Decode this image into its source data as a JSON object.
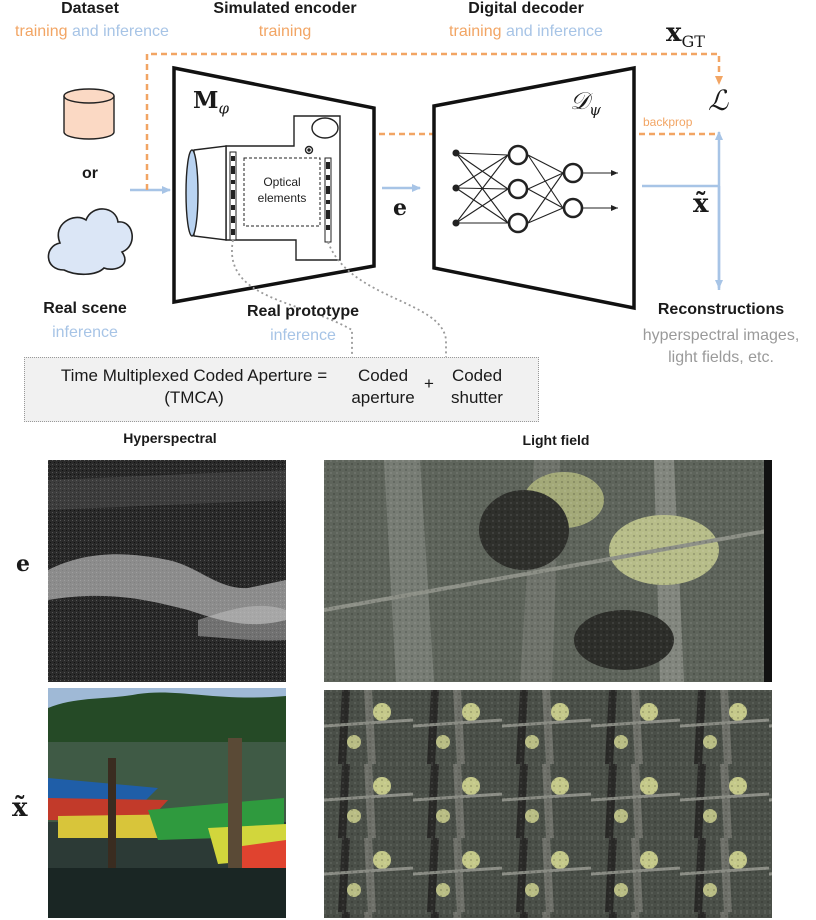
{
  "labels": {
    "dataset": "Dataset",
    "dataset_training": "training",
    "dataset_and_inference": "and inference",
    "sim_encoder": "Simulated encoder",
    "sim_encoder_training": "training",
    "digital_decoder": "Digital decoder",
    "decoder_training": "training",
    "decoder_and_inference": "and inference",
    "or": "or",
    "real_scene": "Real scene",
    "real_scene_inference": "inference",
    "real_prototype": "Real prototype",
    "real_prototype_inference": "inference",
    "reconstructions": "Reconstructions",
    "recon_line1": "hyperspectral images,",
    "recon_line2": "light fields, etc.",
    "optical_line1": "Optical",
    "optical_line2": "elements",
    "backprop": "backprop"
  },
  "math": {
    "x_gt": "x",
    "x_gt_sub": "GT",
    "m_phi": "M",
    "m_phi_sub": "φ",
    "d_psi": "𝒟",
    "d_psi_sub": "ψ",
    "loss": "ℒ",
    "e": "e",
    "x_tilde": "x̃",
    "row_e": "e",
    "row_x": "x̃"
  },
  "tmca": {
    "left_line1": "Time Multiplexed Coded Aperture =",
    "left_line2": "(TMCA)",
    "mid_line1": "Coded",
    "mid_line2": "aperture",
    "plus": "+",
    "right_line1": "Coded",
    "right_line2": "shutter"
  },
  "panels": {
    "hyperspectral_title": "Hyperspectral",
    "lightfield_title": "Light field"
  },
  "colors": {
    "training": "#f2a564",
    "inference": "#a7c4e6",
    "muted": "#9a9a9a",
    "dataset_fill": "#fbd9c4",
    "scene_fill": "#dbe6f6"
  }
}
